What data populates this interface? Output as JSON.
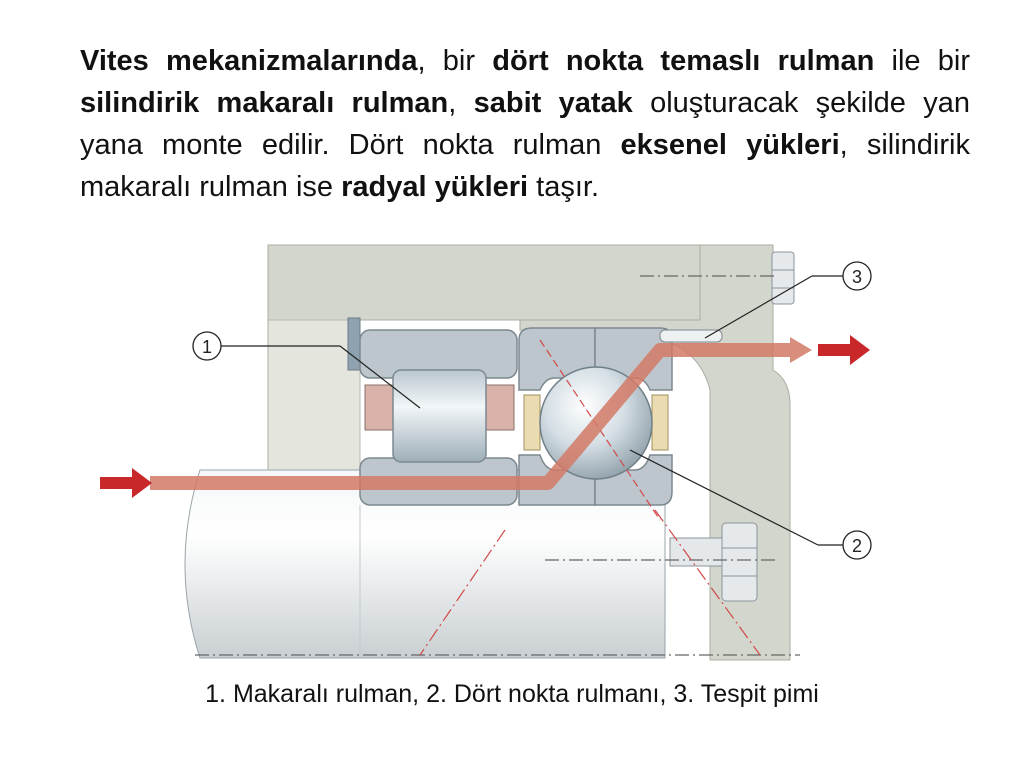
{
  "paragraph": {
    "segments": [
      {
        "text": "Vites mekanizmalarında",
        "bold": true
      },
      {
        "text": ", bir ",
        "bold": false
      },
      {
        "text": "dört nokta temaslı rulman",
        "bold": true
      },
      {
        "text": " ile bir ",
        "bold": false
      },
      {
        "text": "silindirik makaralı rulman",
        "bold": true
      },
      {
        "text": ", ",
        "bold": false
      },
      {
        "text": "sabit yatak",
        "bold": true
      },
      {
        "text": " oluşturacak şekilde yan yana monte edilir. Dört nokta rulman ",
        "bold": false
      },
      {
        "text": "eksenel yükleri",
        "bold": true
      },
      {
        "text": ", silindirik makaralı rulman ise ",
        "bold": false
      },
      {
        "text": "radyal yükleri",
        "bold": true
      },
      {
        "text": " taşır.",
        "bold": false
      }
    ]
  },
  "diagram": {
    "callouts": [
      {
        "id": "1",
        "label": "1"
      },
      {
        "id": "2",
        "label": "2"
      },
      {
        "id": "3",
        "label": "3"
      }
    ],
    "colors": {
      "housing": "#d3d6cc",
      "housing_light": "#e4e6de",
      "bearing_ring": "#bcc6cc",
      "ring_outline": "#7c8890",
      "roller": "#cfdbe2",
      "cage_pink": "#d9b3aa",
      "cage_yellow": "#eadcb0",
      "load_path": "#d27a66",
      "arrow": "#c8282a",
      "centerline": "#d24a4a"
    }
  },
  "caption": {
    "text": "1. Makaralı rulman, 2. Dört nokta rulmanı, 3. Tespit pimi"
  }
}
